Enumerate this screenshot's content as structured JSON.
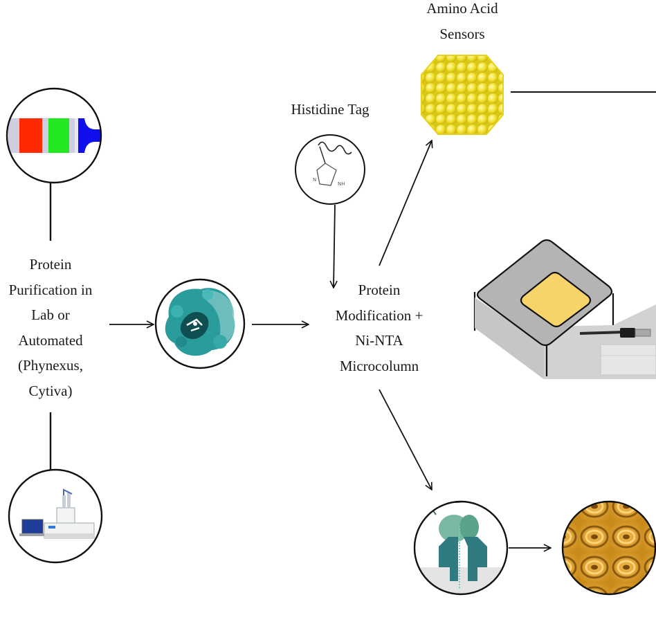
{
  "labels": {
    "amino_acid_sensors": [
      "Amino Acid",
      "Sensors"
    ],
    "histidine_tag": "Histidine Tag",
    "protein_purification": [
      "Protein",
      "Purification in",
      "Lab or",
      "Automated",
      "(Phynexus,",
      "Cytiva)"
    ],
    "protein_modification": [
      "Protein",
      "Modification +",
      "Ni-NTA",
      "Microcolumn"
    ]
  },
  "icons": {
    "chromatography_column": "chromatography-column-icon",
    "purification_instrument": "purification-instrument-icon",
    "protein_structure": "protein-structure-icon",
    "histidine_molecule": "histidine-molecule-icon",
    "nanoparticle": "gold-nanoparticle-icon",
    "sensor_chip": "sensor-chip-icon",
    "nanopore": "nanopore-icon",
    "nanopore_array": "nanopore-array-icon"
  },
  "colors": {
    "line": "#111111",
    "teal_protein": "#2a9c9c",
    "nanoparticle_yellow": "#f2e02a",
    "chip_pad": "#f7d46a",
    "nanopore_teal": "#2f7b80",
    "array_gold": "#e5a52b",
    "column_red": "#ff2a00",
    "column_green": "#22e822",
    "column_blue": "#1010ee"
  }
}
